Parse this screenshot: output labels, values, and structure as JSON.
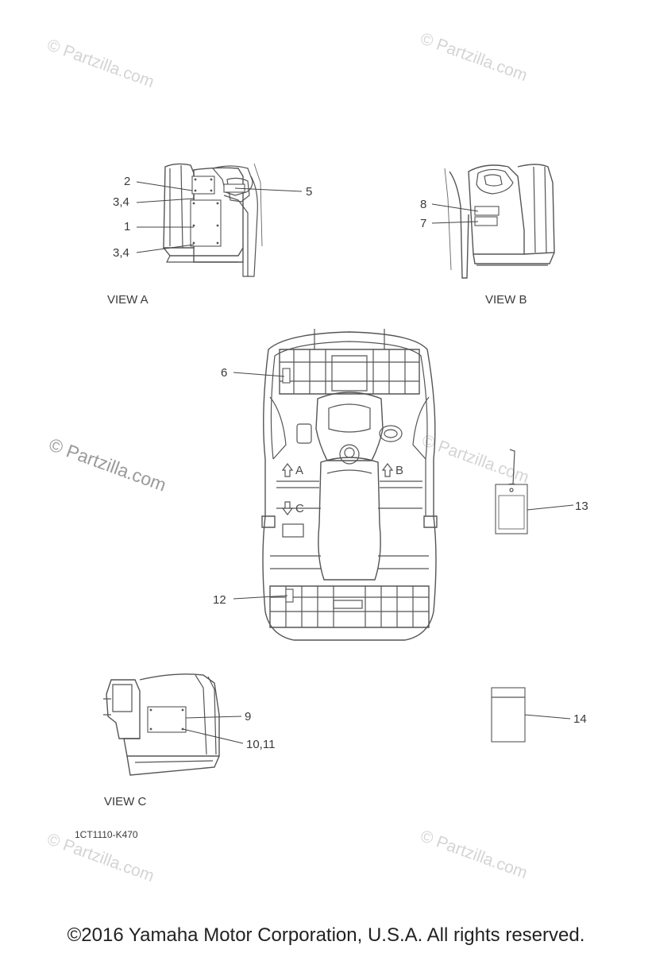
{
  "diagram": {
    "callouts": {
      "c1": "1",
      "c2": "2",
      "c34a": "3,4",
      "c34b": "3,4",
      "c5": "5",
      "c6": "6",
      "c7": "7",
      "c8": "8",
      "c9": "9",
      "c1011": "10,11",
      "c12": "12",
      "c13": "13",
      "c14": "14"
    },
    "view_labels": {
      "a": "VIEW A",
      "b": "VIEW B",
      "c": "VIEW C"
    },
    "view_arrows": {
      "a": "A",
      "b": "B",
      "c": "C"
    },
    "part_code": "1CT1110-K470"
  },
  "watermark": "© Partzilla.com",
  "copyright": "©2016  Yamaha Motor Corporation, U.S.A. All rights reserved."
}
